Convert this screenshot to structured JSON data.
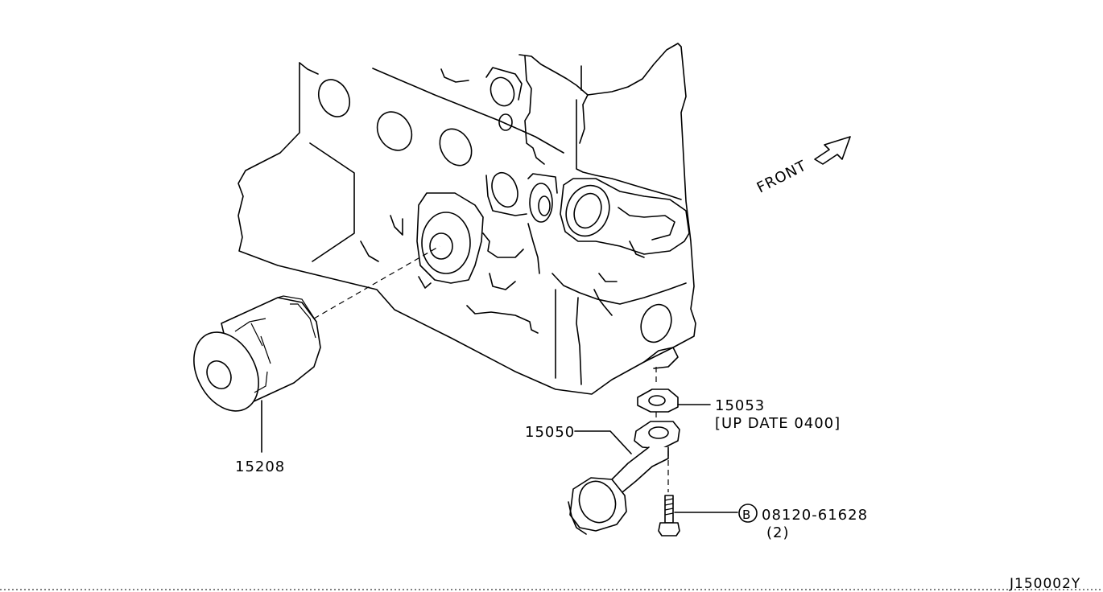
{
  "labels": {
    "front": "FRONT",
    "oil_filter": "15208",
    "strainer": "15050",
    "gasket": "15053",
    "gasket_note": "[UP DATE 0400]",
    "bolt_badge": "B",
    "bolt": "08120-61628",
    "bolt_qty": "(2)",
    "diagram_code": "J150002Y"
  }
}
